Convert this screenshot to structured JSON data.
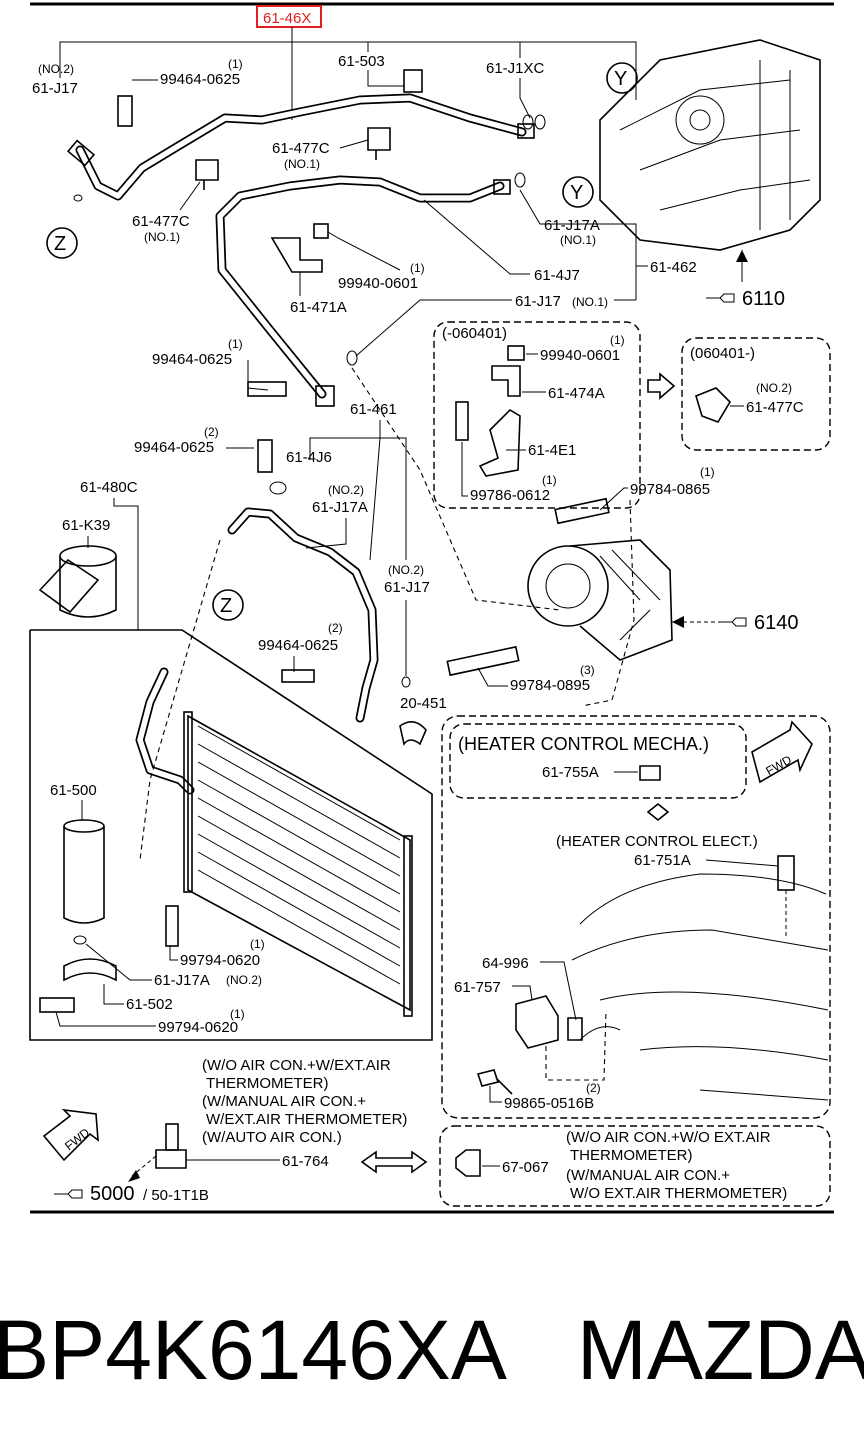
{
  "highlighted_part": "61-46X",
  "caption": {
    "part_number": "BP4K6146XA",
    "brand": "MAZDA"
  },
  "labels": {
    "no2_a": "(NO.2)",
    "j17_a": "61-J17",
    "qty1_a": "(1)",
    "b0625_a": "99464-0625",
    "p503": "61-503",
    "j1xc": "61-J1XC",
    "p477c_a": "61-477C",
    "no1_a": "(NO.1)",
    "p477c_b": "61-477C",
    "no1_b": "(NO.1)",
    "j17a_no1": "61-J17A",
    "no1_c": "(NO.1)",
    "qty1_b": "(1)",
    "b0601_a": "99940-0601",
    "p471a": "61-471A",
    "p4j7": "61-4J7",
    "p462": "61-462",
    "j17_no1": "61-J17",
    "no1_d": "(NO.1)",
    "ref6110": "6110",
    "qty1_c": "(1)",
    "b0625_b": "99464-0625",
    "p461": "61-461",
    "qty2_a": "(2)",
    "b0625_c": "99464-0625",
    "p4j6": "61-4J6",
    "no2_b": "(NO.2)",
    "j17a_b": "61-J17A",
    "p480c": "61-480C",
    "k39": "61-K39",
    "no2_c": "(NO.2)",
    "j17_b": "61-J17",
    "qty2_b": "(2)",
    "b0625_d": "99464-0625",
    "p451": "20-451",
    "pre060401": "(-060401)",
    "qty1_d": "(1)",
    "b0601_b": "99940-0601",
    "p474a": "61-474A",
    "p4e1": "61-4E1",
    "qty1_e": "(1)",
    "b0612": "99786-0612",
    "post060401": "(060401-)",
    "no2_d": "(NO.2)",
    "p477c_c": "61-477C",
    "qty1_f": "(1)",
    "b0865": "99784-0865",
    "ref6140": "6140",
    "qty3": "(3)",
    "b0895": "99784-0895",
    "heater_mecha": "(HEATER CONTROL MECHA.)",
    "p755a": "61-755A",
    "fwd_a": "FWD",
    "heater_elect": "(HEATER CONTROL ELECT.)",
    "p751a": "61-751A",
    "p500": "61-500",
    "qty1_g": "(1)",
    "b0620_a": "99794-0620",
    "j17a_no2": "61-J17A",
    "no2_e": "(NO.2)",
    "p502": "61-502",
    "qty1_h": "(1)",
    "b0620_b": "99794-0620",
    "p996": "64-996",
    "p757": "61-757",
    "qty2_c": "(2)",
    "b0516b": "99865-0516B",
    "note1_l1": "(W/O AIR CON.+W/EXT.AIR",
    "note1_l2": "THERMOMETER)",
    "note1_l3": "(W/MANUAL AIR CON.+",
    "note1_l4": "W/EXT.AIR THERMOMETER)",
    "note1_l5": "(W/AUTO AIR CON.)",
    "p764": "61-764",
    "fwd_b": "FWD",
    "ref5000": "5000",
    "ref5000_sub": "/ 50-1T1B",
    "note2_l1": "(W/O AIR CON.+W/O EXT.AIR",
    "note2_l2": "THERMOMETER)",
    "note2_l3": "(W/MANUAL AIR CON.+",
    "note2_l4": "W/O EXT.AIR THERMOMETER)",
    "p067": "67-067",
    "callout_y": "Y",
    "callout_z": "Z"
  }
}
